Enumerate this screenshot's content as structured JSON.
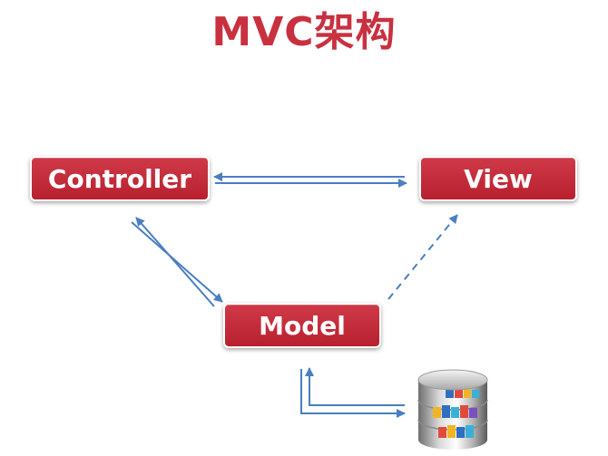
{
  "title": "MVC架构",
  "nodes": {
    "controller": "Controller",
    "view": "View",
    "model": "Model"
  },
  "colors": {
    "accent": "#c8313f",
    "node_fill": "#c02433",
    "arrow": "#4a7ec2"
  },
  "icons": {
    "database": "database-icon"
  }
}
